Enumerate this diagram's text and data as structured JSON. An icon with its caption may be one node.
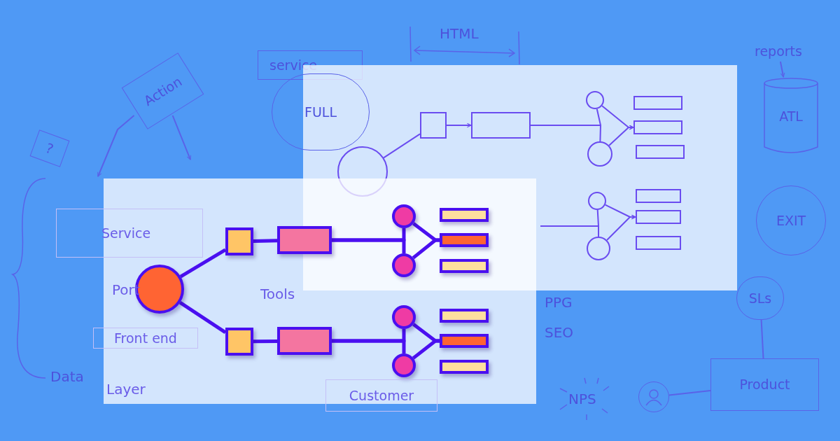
{
  "diagram": {
    "nodes": [
      {
        "text": [],
        "shape": "circle"
      },
      {
        "text": [],
        "shape": "box"
      },
      {
        "text": [],
        "shape": "box"
      },
      {
        "text": [],
        "shape": "box"
      },
      {
        "text": [],
        "shape": "box"
      },
      {
        "text": [],
        "shape": "circle"
      },
      {
        "text": [],
        "shape": "circle"
      },
      {
        "text": [],
        "shape": "bar"
      },
      {
        "text": [],
        "shape": "bar"
      },
      {
        "text": [],
        "shape": "bar"
      },
      {
        "text": [],
        "shape": "circle"
      },
      {
        "text": [],
        "shape": "circle"
      },
      {
        "text": [],
        "shape": "bar"
      },
      {
        "text": [],
        "shape": "bar"
      },
      {
        "text": [],
        "shape": "bar"
      },
      {
        "text": [],
        "shape": "circle"
      },
      {
        "text": [],
        "shape": "box"
      },
      {
        "text": [],
        "shape": "box"
      },
      {
        "text": [],
        "shape": "circle"
      },
      {
        "text": [],
        "shape": "circle"
      },
      {
        "text": [],
        "shape": "bar"
      },
      {
        "text": [],
        "shape": "bar"
      },
      {
        "text": [],
        "shape": "bar"
      },
      {
        "text": [],
        "shape": "circle"
      },
      {
        "text": [],
        "shape": "circle"
      },
      {
        "text": [],
        "shape": "bar"
      },
      {
        "text": [],
        "shape": "bar"
      },
      {
        "text": [],
        "shape": "bar"
      },
      {
        "text": [
          "Action"
        ]
      },
      {
        "text": [
          "?"
        ]
      },
      {
        "text": [
          "FULL"
        ]
      },
      {
        "text": [
          "service"
        ]
      },
      {
        "text": [
          "reports"
        ]
      },
      {
        "text": [
          "ATL"
        ]
      },
      {
        "text": [
          "EXIT"
        ]
      },
      {
        "text": [
          "SLs"
        ]
      },
      {
        "text": [
          "Product"
        ]
      },
      {
        "text": [
          "Service"
        ]
      },
      {
        "text": [
          "Front end"
        ]
      },
      {
        "text": [
          "Customer"
        ]
      },
      {
        "text": [],
        "shape": "person"
      }
    ],
    "edges": [
      {
        "from": 0,
        "to": 1,
        "arrow": "none",
        "style": "thick",
        "color": "#4a0ff0"
      },
      {
        "from": 0,
        "to": 3,
        "arrow": "none",
        "style": "thick",
        "color": "#4a0ff0"
      },
      {
        "from": 1,
        "to": 2,
        "arrow": "none",
        "style": "thick",
        "color": "#4a0ff0"
      },
      {
        "from": 3,
        "to": 4,
        "arrow": "none",
        "style": "thick",
        "color": "#4a0ff0"
      },
      {
        "from": 2,
        "to": 5,
        "arrow": "none",
        "style": "thick",
        "color": "#4a0ff0"
      },
      {
        "from": 2,
        "to": 6,
        "arrow": "none",
        "style": "thick",
        "color": "#4a0ff0"
      },
      {
        "from": 5,
        "to": 8,
        "arrow": "none",
        "style": "thick",
        "color": "#4a0ff0"
      },
      {
        "from": 6,
        "to": 8,
        "arrow": "none",
        "style": "thick",
        "color": "#4a0ff0"
      },
      {
        "from": 4,
        "to": 10,
        "arrow": "none",
        "style": "thick",
        "color": "#4a0ff0"
      },
      {
        "from": 4,
        "to": 11,
        "arrow": "none",
        "style": "thick",
        "color": "#4a0ff0"
      },
      {
        "from": 10,
        "to": 13,
        "arrow": "none",
        "style": "thick",
        "color": "#4a0ff0"
      },
      {
        "from": 11,
        "to": 13,
        "arrow": "none",
        "style": "thick",
        "color": "#4a0ff0"
      },
      {
        "from": 15,
        "to": 16,
        "arrow": "none"
      },
      {
        "from": 16,
        "to": 17,
        "arrow": "to"
      },
      {
        "from": 17,
        "to": 18,
        "arrow": "none"
      },
      {
        "from": 17,
        "to": 19,
        "arrow": "none"
      },
      {
        "from": 18,
        "to": 21,
        "arrow": "to"
      },
      {
        "from": 19,
        "to": 21,
        "arrow": "to"
      },
      {
        "from": null,
        "to": 23,
        "arrow": "none"
      },
      {
        "from": null,
        "to": 24,
        "arrow": "none"
      },
      {
        "from": 23,
        "to": 26,
        "arrow": "to"
      },
      {
        "from": 24,
        "to": 26,
        "arrow": "to"
      },
      {
        "from": 28,
        "to": null,
        "arrow": "to",
        "color": "#5a62e8"
      },
      {
        "from": 28,
        "to": null,
        "arrow": "to",
        "color": "#5a62e8"
      },
      {
        "from": 32,
        "to": 33,
        "arrow": "to",
        "color": "#5a62e8"
      },
      {
        "from": 35,
        "to": 36,
        "arrow": "none",
        "color": "#5a62e8"
      },
      {
        "from": 40,
        "to": 36,
        "arrow": "none",
        "color": "#5a62e8"
      }
    ],
    "labels": [
      "HTML",
      "Port",
      "Tools",
      "PPG",
      "SEO",
      "Data",
      "Layer",
      "NPS"
    ]
  }
}
